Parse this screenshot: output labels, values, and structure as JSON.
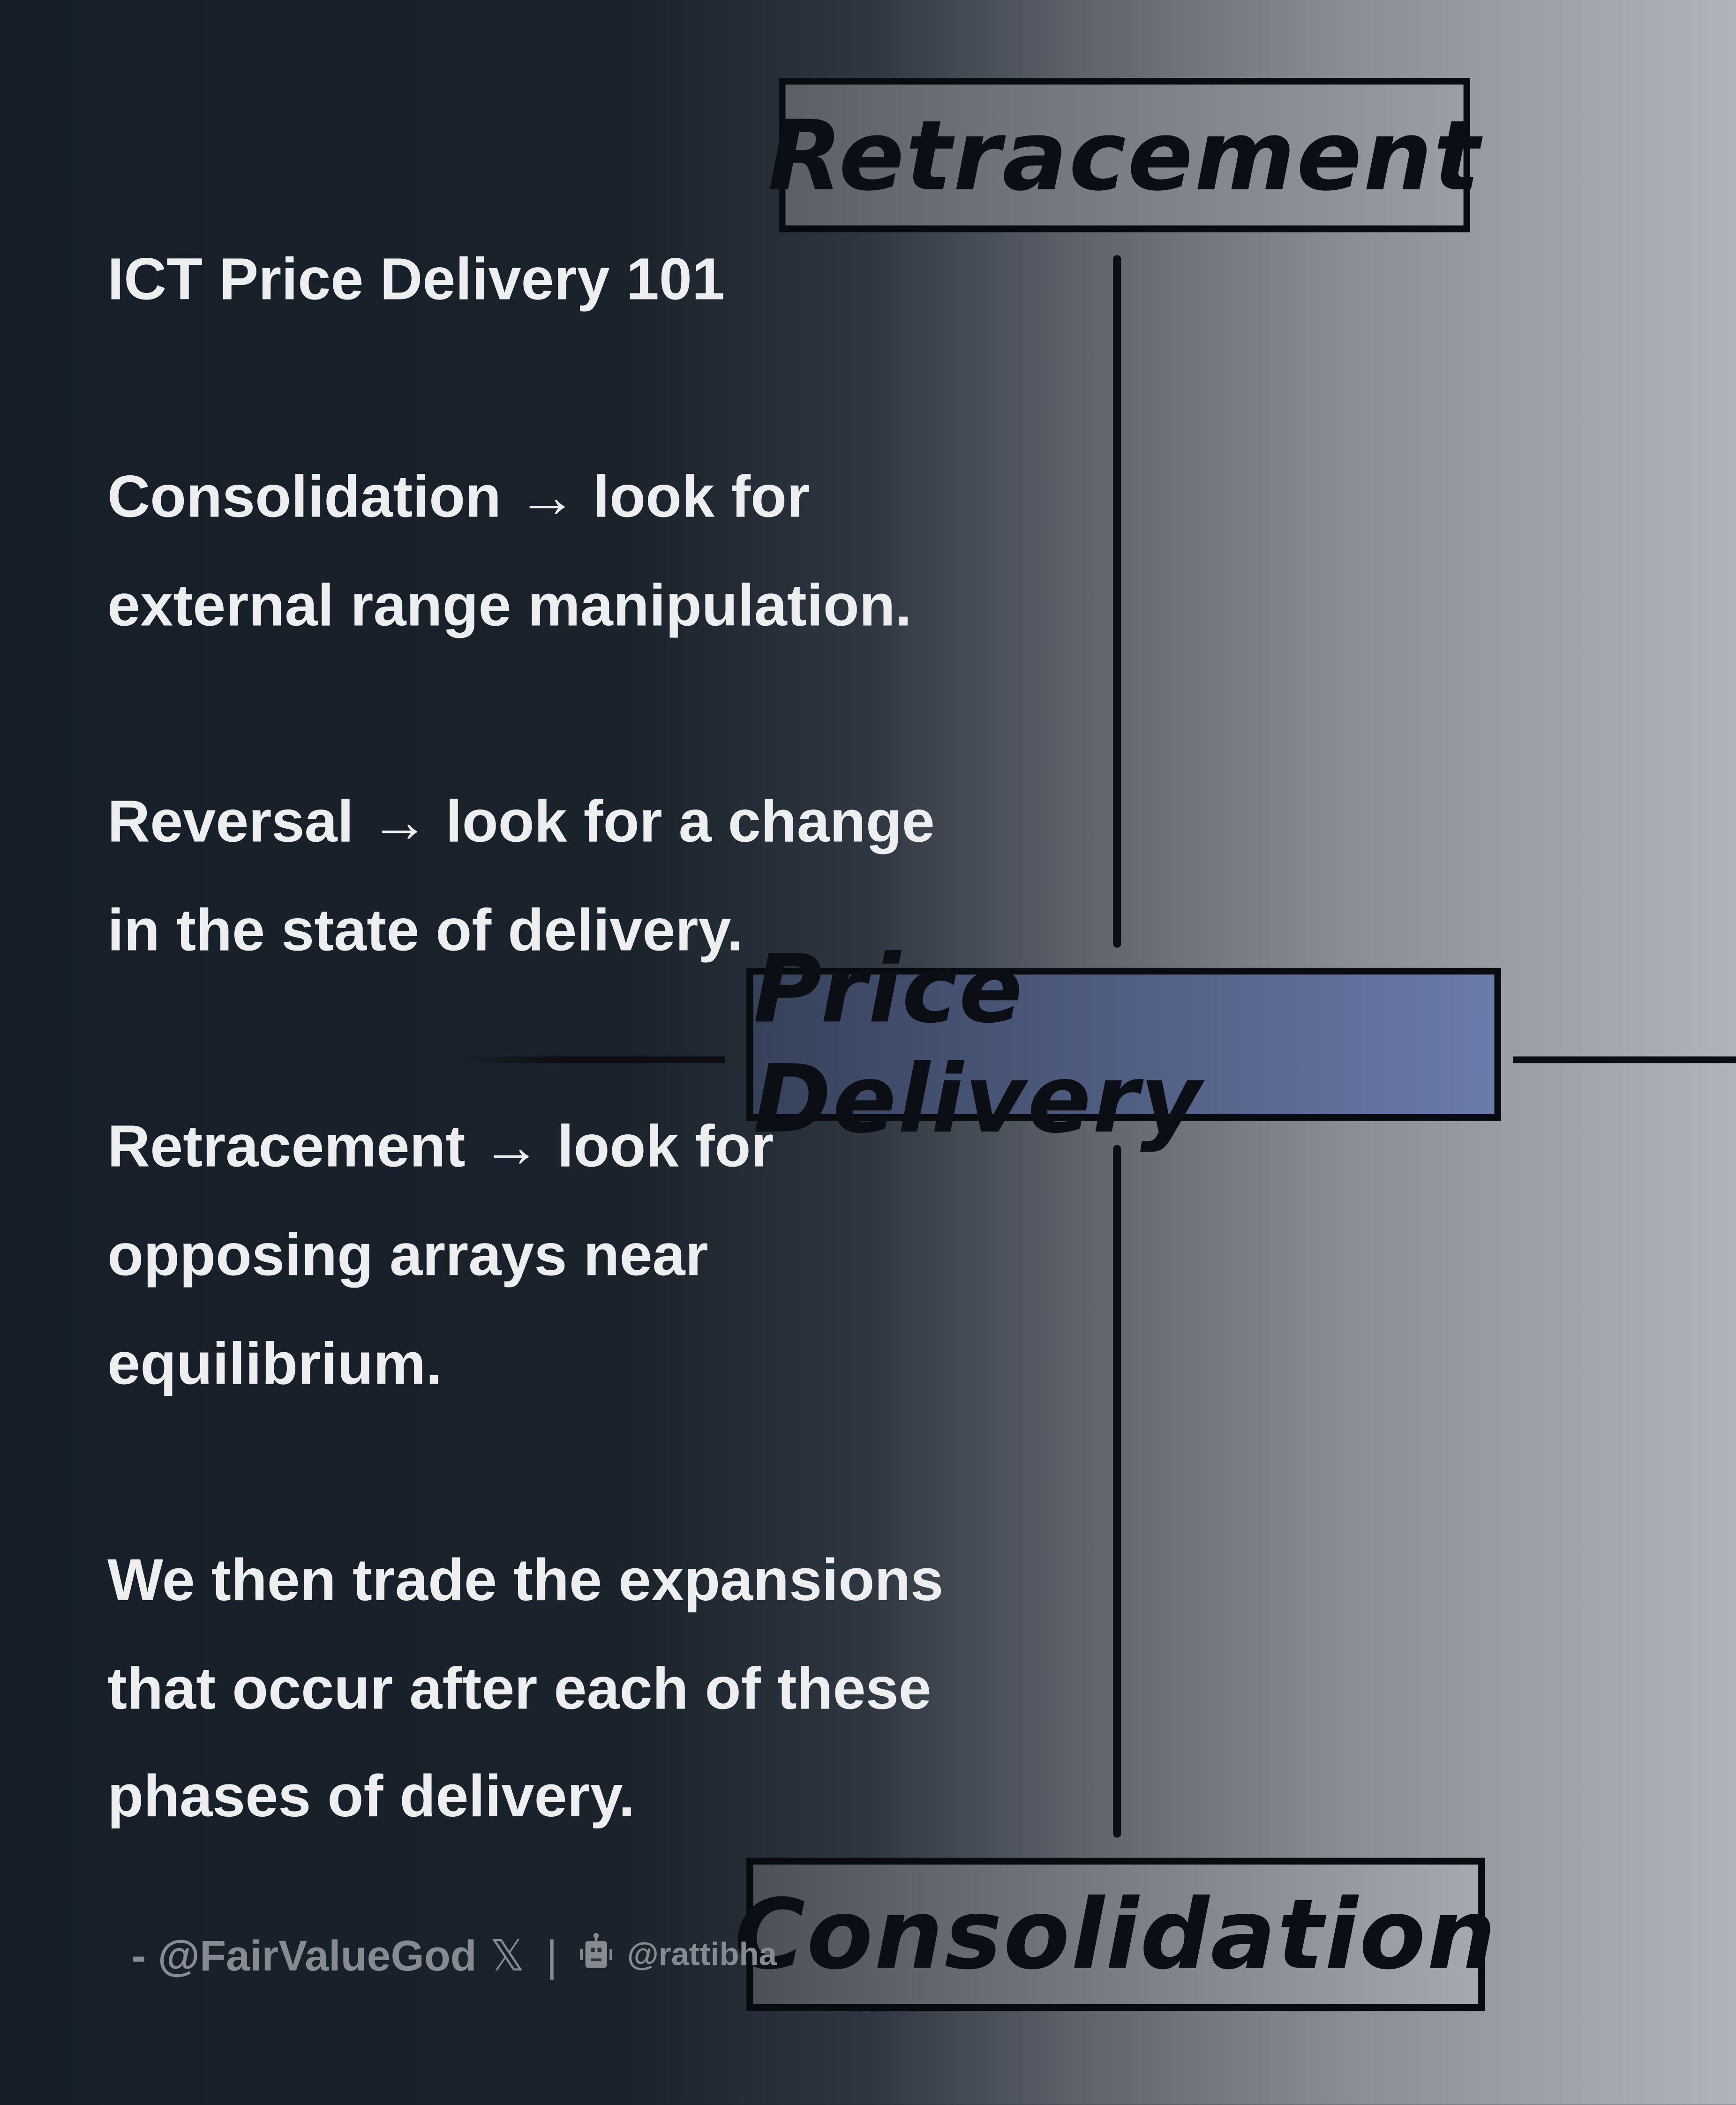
{
  "diagram": {
    "top_box": "Retracement",
    "center_box": "Price Delivery",
    "bottom_box": "Consolidation"
  },
  "post": {
    "title": "ICT Price Delivery 101",
    "lines": [
      "Consolidation → look for",
      "external range manipulation.",
      "Reversal → look for a change",
      "in the state of delivery.",
      "Retracement → look for",
      "opposing arrays near",
      "equilibrium.",
      "We then trade the expansions",
      "that occur after each of these",
      "phases of delivery."
    ]
  },
  "footer": {
    "author": "- @FairValueGod",
    "x_glyph": "𝕏",
    "separator": "|",
    "watermark": "@rattibha",
    "icons": [
      "x-logo-icon",
      "robot-icon"
    ]
  }
}
